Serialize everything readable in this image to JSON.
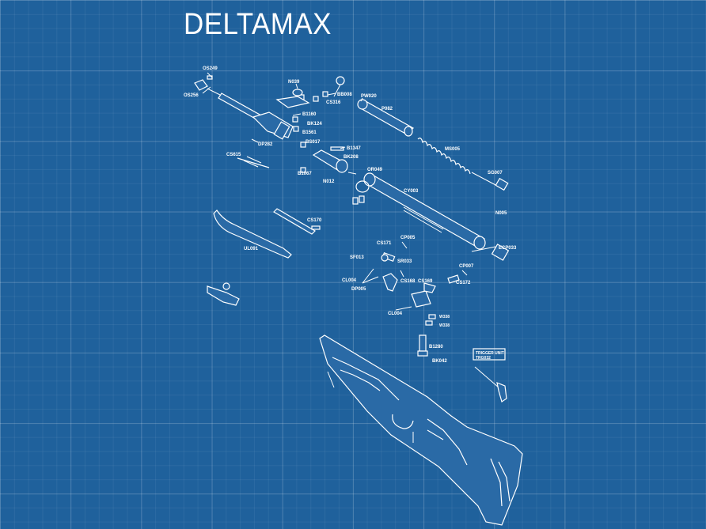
{
  "title": "DELTAMAX",
  "parts": {
    "OS249": "OS249",
    "OS256": "OS256",
    "N039": "N039",
    "BB008": "BB008",
    "CS316": "CS316",
    "PW020": "PW020",
    "P082": "P082",
    "B1160": "B1160",
    "BK124": "BK124",
    "B1561": "B1561",
    "BS017": "BS017",
    "DP282": "DP282",
    "CS615": "CS615",
    "B1347": "B1347",
    "BK208": "BK208",
    "B1067": "B1067",
    "N012": "N012",
    "OR049": "OR049",
    "MS005": "MS005",
    "SG007": "SG007",
    "CY003": "CY003",
    "N005": "N005",
    "CS170": "CS170",
    "UL091": "UL091",
    "ECP033": "ECP033",
    "CS171": "CS171",
    "CP005": "CP005",
    "SF013": "SF013",
    "SR033": "SR033",
    "CL004a": "CL004",
    "CS168": "CS168",
    "CS169": "CS169",
    "CP007": "CP007",
    "CS172": "CS172",
    "DP005": "DP005",
    "CL004b": "CL004",
    "W338a": "W338",
    "W338b": "W338",
    "B1280": "B1280",
    "BK042": "BK042",
    "trigger_unit": "TRIGGER UNIT",
    "trigger_code": "TRG032"
  }
}
